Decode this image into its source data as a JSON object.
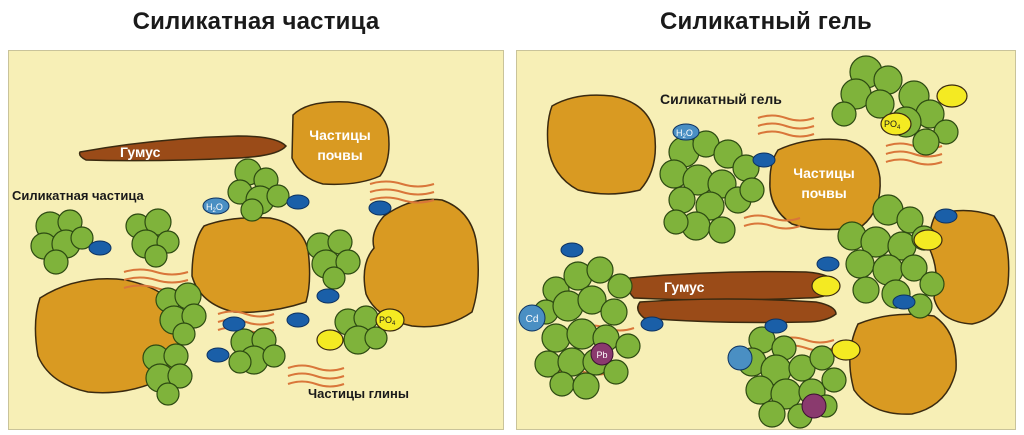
{
  "left": {
    "title": "Силикатная частица",
    "labels": {
      "humus": "Гумус",
      "soil_line1": "Частицы",
      "soil_line2": "почвы",
      "silicate_particle": "Силикатная частица",
      "clay_particles": "Частицы глины",
      "water": "H",
      "water_sub": "2",
      "water_end": "O",
      "phosphate": "PO",
      "phosphate_sub": "4"
    }
  },
  "right": {
    "title": "Силикатный гель",
    "labels": {
      "silicate_gel": "Силикатный гель",
      "soil_line1": "Частицы",
      "soil_line2": "почвы",
      "humus": "Гумус",
      "water": "H",
      "water_sub": "2",
      "water_end": "O",
      "phosphate": "PO",
      "phosphate_sub": "4",
      "cadmium": "Cd",
      "lead": "Pb"
    }
  },
  "colors": {
    "background": "#f7efb6",
    "panel_border": "#c9c39a",
    "soil": "#d99a22",
    "humus": "#9a4b18",
    "silicate_green": "#7fb33b",
    "clay_lines": "#d9763a",
    "water_blue": "#1a5fa8",
    "phosphate_yellow": "#f4ea22",
    "cadmium": "#4a8fc3",
    "lead": "#8a3a6e"
  }
}
